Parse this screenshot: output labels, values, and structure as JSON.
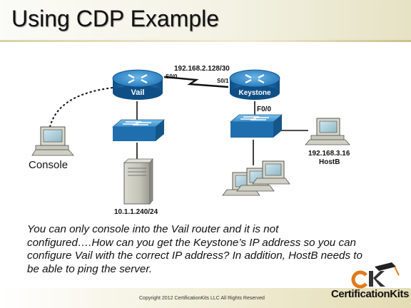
{
  "slide": {
    "title": "Using CDP Example",
    "body_text": "You can only console into the Vail router and it is not configured….How can you get the Keystone’s IP address so you can configure Vail with the correct IP address? In addition, HostB needs to be able to ping the server.",
    "footer": "Copyright 2012 CertificationKits LLC All Rights Reserved",
    "logo_text": "CertificationKits"
  },
  "diagram": {
    "wan_subnet": "192.168.2.128/30",
    "routers": [
      {
        "name": "Vail",
        "interface": "S0/0"
      },
      {
        "name": "Keystone",
        "interface": "S0/1",
        "lan_interface": "F0/0"
      }
    ],
    "console_label": "Console",
    "server_ip": "10.1.1.240/24",
    "host_b": {
      "ip": "192.168.3.16",
      "name": "HostB"
    }
  }
}
